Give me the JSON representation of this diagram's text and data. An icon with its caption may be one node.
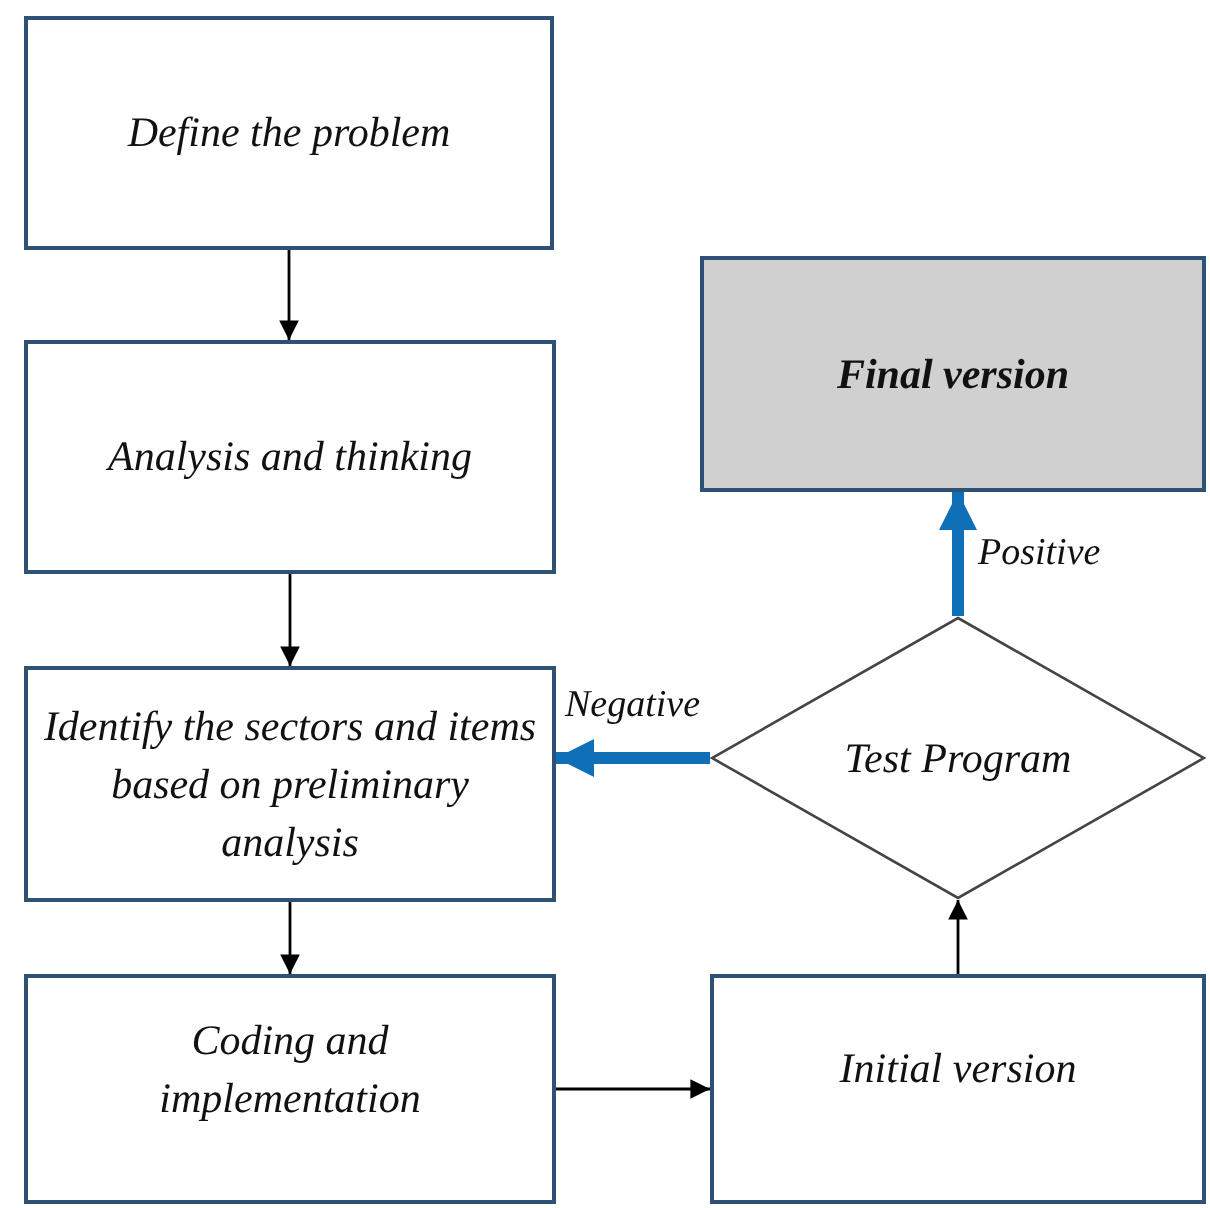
{
  "diagram": {
    "nodes": [
      {
        "text": [
          "Define the problem"
        ]
      },
      {
        "text": [
          "Analysis and thinking"
        ]
      },
      {
        "text": [
          "Identify the sectors and items based on preliminary analysis"
        ]
      },
      {
        "text": [
          "Coding and implementation"
        ]
      },
      {
        "text": [
          "Final version"
        ]
      },
      {
        "text": [
          "Test Program"
        ]
      },
      {
        "text": [
          "Initial version"
        ]
      }
    ],
    "edges": [
      {
        "from": 0,
        "to": 1,
        "arrow": "to"
      },
      {
        "from": 1,
        "to": 2,
        "arrow": "to"
      },
      {
        "from": 2,
        "to": 3,
        "arrow": "to"
      },
      {
        "from": 3,
        "to": 6,
        "arrow": "to"
      },
      {
        "from": 6,
        "to": 5,
        "arrow": "to"
      },
      {
        "from": 5,
        "to": 4,
        "arrow": "to",
        "label": "Positive",
        "style": "thick",
        "color": "#0f70b7"
      },
      {
        "from": 5,
        "to": 2,
        "arrow": "to",
        "label": "Negative",
        "style": "thick",
        "color": "#0f70b7"
      }
    ]
  }
}
